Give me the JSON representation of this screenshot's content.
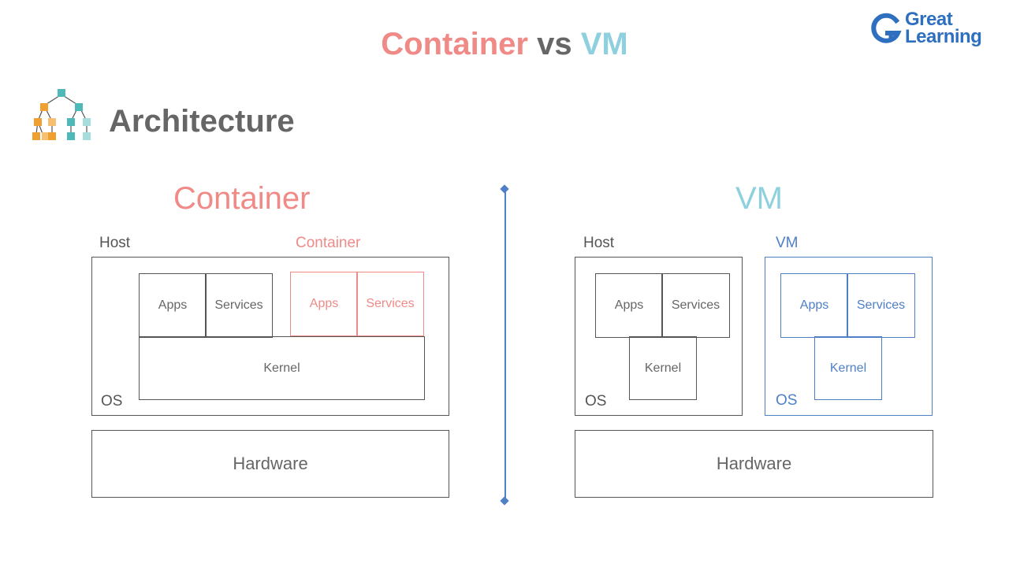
{
  "header": {
    "title_part1": "Container",
    "title_vs": "vs",
    "title_part2": "VM",
    "logo_line1": "Great",
    "logo_line2": "Learning",
    "logo_icon": "g-logo-icon"
  },
  "section": {
    "icon": "hierarchy-tree-icon",
    "title": "Architecture"
  },
  "colors": {
    "container_accent": "#f08a87",
    "vm_accent": "#8fd0de",
    "vm_box": "#4f80c6",
    "text": "#555555"
  },
  "container_diagram": {
    "title": "Container",
    "host_label": "Host",
    "container_label": "Container",
    "os_label": "OS",
    "host_apps": "Apps",
    "host_services": "Services",
    "container_apps": "Apps",
    "container_services": "Services",
    "kernel": "Kernel",
    "hardware": "Hardware"
  },
  "vm_diagram": {
    "title": "VM",
    "host_label": "Host",
    "vm_label": "VM",
    "host_os_label": "OS",
    "vm_os_label": "OS",
    "host_apps": "Apps",
    "host_services": "Services",
    "host_kernel": "Kernel",
    "vm_apps": "Apps",
    "vm_services": "Services",
    "vm_kernel": "Kernel",
    "hardware": "Hardware"
  }
}
